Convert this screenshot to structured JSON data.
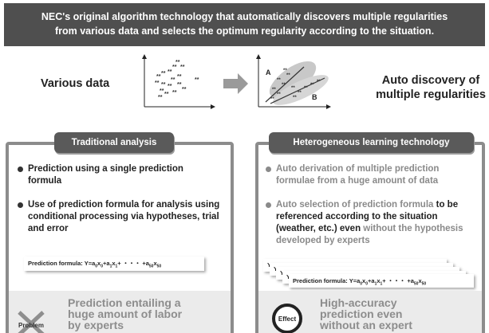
{
  "banner": {
    "line1": "NEC's original algorithm technology that automatically discovers multiple regularities",
    "line2": "from various data and selects the optimum regularity according to the situation."
  },
  "header": {
    "left_label": "Various data",
    "right_label_line1": "Auto discovery of",
    "right_label_line2": "multiple regularities",
    "scatter_marker": "**",
    "region_a": "A",
    "region_b": "B",
    "arrow_icon": "right-arrow-icon"
  },
  "traditional": {
    "tab_label": "Traditional analysis",
    "bullet1": "Prediction using a single prediction formula",
    "bullet2": "Use of prediction formula for analysis using conditional processing via  hypotheses, trial and error",
    "formula_prefix": "Prediction formula: Y=a",
    "formula_suffix": "+a",
    "outcome_badge": "Problem",
    "outcome_line1": "Prediction entailing a",
    "outcome_line2": "huge amount of labor",
    "outcome_line3": "by experts"
  },
  "heterogeneous": {
    "tab_label": "Heterogeneous learning technology",
    "bullet1": "Auto derivation of multiple prediction formulae from a huge amount of data",
    "bullet2_part1": "Auto selection of prediction formula ",
    "bullet2_part2": "to be referenced according to the situation (weather, etc.) even ",
    "bullet2_part3": "without the hypothesis developed by experts",
    "formula_stack_label": "Y",
    "formula_prefix": "Prediction formula: Y=a",
    "outcome_badge": "Effect",
    "outcome_line1": "High-accuracy",
    "outcome_line2": "prediction even",
    "outcome_line3": "without an expert"
  },
  "colors": {
    "banner_bg": "#4f4f4f",
    "panel_border": "#8c8c8c",
    "tab_bg": "#5a5a5a",
    "gray_text": "#8a8a8a"
  }
}
